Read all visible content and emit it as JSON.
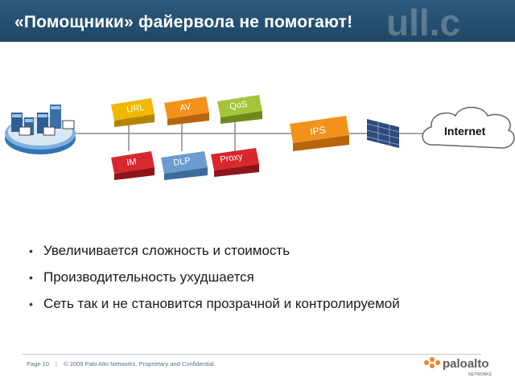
{
  "header": {
    "title": "«Помощники» файервола не помогают!"
  },
  "diagram": {
    "devices": [
      {
        "label": "URL",
        "color": "#f0b800"
      },
      {
        "label": "AV",
        "color": "#f2921b"
      },
      {
        "label": "QoS",
        "color": "#a5c43a"
      },
      {
        "label": "IM",
        "color": "#d9272e"
      },
      {
        "label": "DLP",
        "color": "#6c9ccf"
      },
      {
        "label": "Proxy",
        "color": "#d9272e"
      },
      {
        "label": "IPS",
        "color": "#f2921b"
      }
    ],
    "cloud_label": "Internet"
  },
  "bullets": [
    "Увеличивается сложность и стоимость",
    "Производительность ухудшается",
    "Сеть так и не становится прозрачной и контролируемой"
  ],
  "footer": {
    "page": "Page 10",
    "separator": "|",
    "copyright": "© 2009 Palo Alto Networks. Proprietary and Confidential."
  },
  "logo": {
    "brand": "paloalto",
    "sub": "NETWORKS"
  }
}
